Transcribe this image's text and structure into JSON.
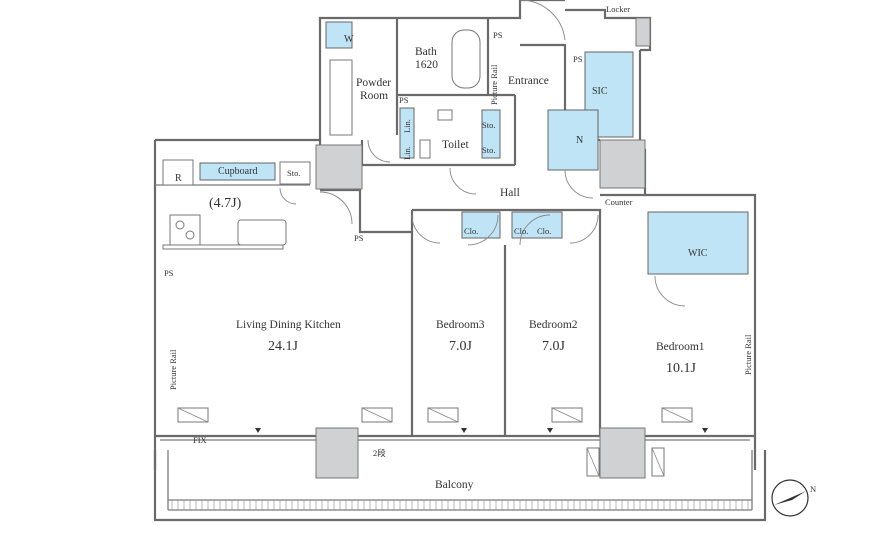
{
  "rooms": {
    "locker": "Locker",
    "ps_top": "PS",
    "w": "W",
    "bath_line1": "Bath",
    "bath_line2": "1620",
    "powder_line1": "Powder",
    "powder_line2": "Room",
    "picture_rail": "Picture Rail",
    "entrance": "Entrance",
    "ps_entrance": "PS",
    "sic": "SIC",
    "ps_small": "PS",
    "lin": "Lin.",
    "toilet": "Toilet",
    "sto": "Sto.",
    "n": "N",
    "r": "R",
    "cupboard": "Cupboard",
    "kitchen_size": "(4.7J)",
    "hall": "Hall",
    "counter": "Counter",
    "ps_hall": "PS",
    "clo": "Clo.",
    "wic": "WIC",
    "ps_kitchen": "PS",
    "ldk_name": "Living Dining Kitchen",
    "ldk_size": "24.1J",
    "bed3_name": "Bedroom3",
    "bed3_size": "7.0J",
    "bed2_name": "Bedroom2",
    "bed2_size": "7.0J",
    "bed1_name": "Bedroom1",
    "bed1_size": "10.1J",
    "fix": "FIX",
    "balcony": "Balcony",
    "aircon_mark": "2段",
    "north": "N"
  },
  "colors": {
    "storage_fill": "#bfe4f5",
    "pillar_fill": "#cfd1d2",
    "wall": "#6a6a6a"
  }
}
